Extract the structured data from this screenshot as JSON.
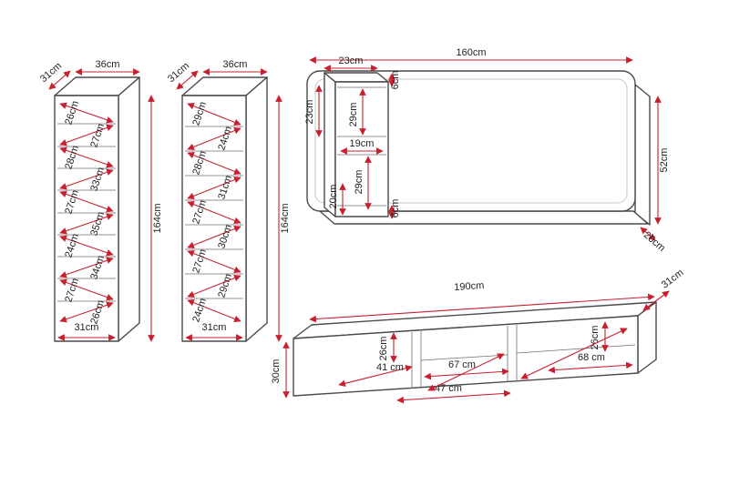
{
  "diagram": {
    "colors": {
      "outline": "#4a4a4a",
      "dimension_line": "#c8202f",
      "label_text": "#1f1f1f"
    },
    "cabinet1": {
      "depth_label": "31cm",
      "width_label": "36cm",
      "height_label": "164cm",
      "inner_width_label": "31cm",
      "sections": [
        "26cm",
        "27cm",
        "28cm",
        "33cm",
        "27cm",
        "35cm",
        "24cm",
        "34cm",
        "27cm",
        "26cm"
      ]
    },
    "cabinet2": {
      "depth_label": "31cm",
      "width_label": "36cm",
      "height_label": "164cm",
      "inner_width_label": "31cm",
      "sections": [
        "29cm",
        "24cm",
        "28cm",
        "31cm",
        "27cm",
        "30cm",
        "27cm",
        "29cm",
        "24cm"
      ]
    },
    "wall_panel": {
      "width_label": "160cm",
      "height_label": "52cm",
      "depth_label": "20cm"
    },
    "wall_shelf": {
      "width_label": "23cm",
      "side_depth_label": "23cm",
      "upper_height_label": "29cm",
      "inner_width_label": "19cm",
      "lower_height_label": "29cm",
      "bottom_depth_label": "20cm",
      "top_thickness_label": "6cm",
      "bottom_thickness_label": "6cm"
    },
    "tv_stand": {
      "width_label": "190cm",
      "depth_label": "31cm",
      "height_label": "30cm",
      "left_inner_height_label": "26cm",
      "right_inner_height_label": "26cm",
      "compartment_labels": [
        "41 cm",
        "67 cm",
        "47 cm",
        "68 cm"
      ]
    }
  }
}
